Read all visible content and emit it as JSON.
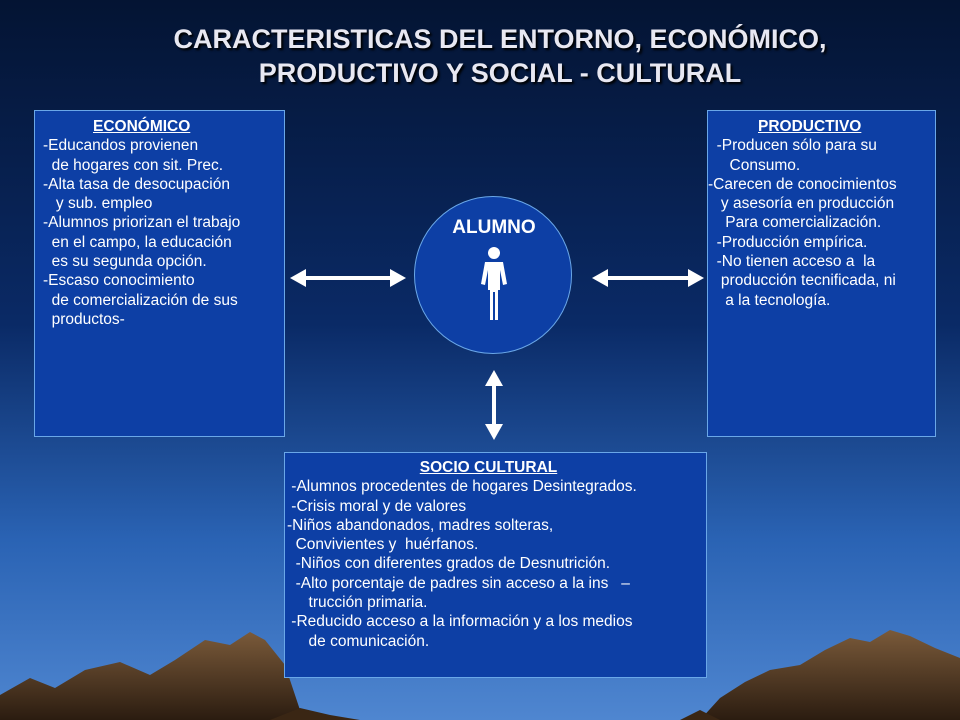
{
  "title": {
    "line1": "CARACTERISTICAS DEL ENTORNO, ECONÓMICO,",
    "line2": "PRODUCTIVO Y SOCIAL - CULTURAL"
  },
  "center": {
    "label": "ALUMNO",
    "icon": "person-icon"
  },
  "economico": {
    "heading": "ECONÓMICO",
    "lines": [
      "-Educandos provienen",
      "  de hogares con sit. Prec.",
      "-Alta tasa de desocupación",
      "   y sub. empleo",
      "-Alumnos priorizan el trabajo",
      "  en el campo, la educación",
      "  es su segunda opción.",
      "-Escaso conocimiento",
      "  de comercialización de sus",
      "  productos-"
    ]
  },
  "productivo": {
    "heading": "PRODUCTIVO",
    "lines": [
      "  -Producen sólo para su",
      "     Consumo.",
      "-Carecen de conocimientos",
      "   y asesoría en producción",
      "    Para comercialización.",
      "  -Producción empírica.",
      "  -No tienen acceso a  la",
      "   producción tecnificada, ni",
      "    a la tecnología."
    ]
  },
  "socio_cultural": {
    "heading": "SOCIO CULTURAL",
    "lines": [
      " -Alumnos procedentes de hogares Desintegrados.",
      " -Crisis moral y de valores",
      "-Niños abandonados, madres solteras,",
      "  Convivientes y  huérfanos.",
      "  -Niños con diferentes grados de Desnutrición.",
      "  -Alto porcentaje de padres sin acceso a la ins   –",
      "     trucción primaria.",
      " -Reducido acceso a la información y a los medios",
      "     de comunicación."
    ]
  },
  "colors": {
    "box_fill": "#0d3fa5",
    "box_border": "#6aa7e8",
    "text": "#ffffff",
    "title": "#e8e8f2"
  }
}
